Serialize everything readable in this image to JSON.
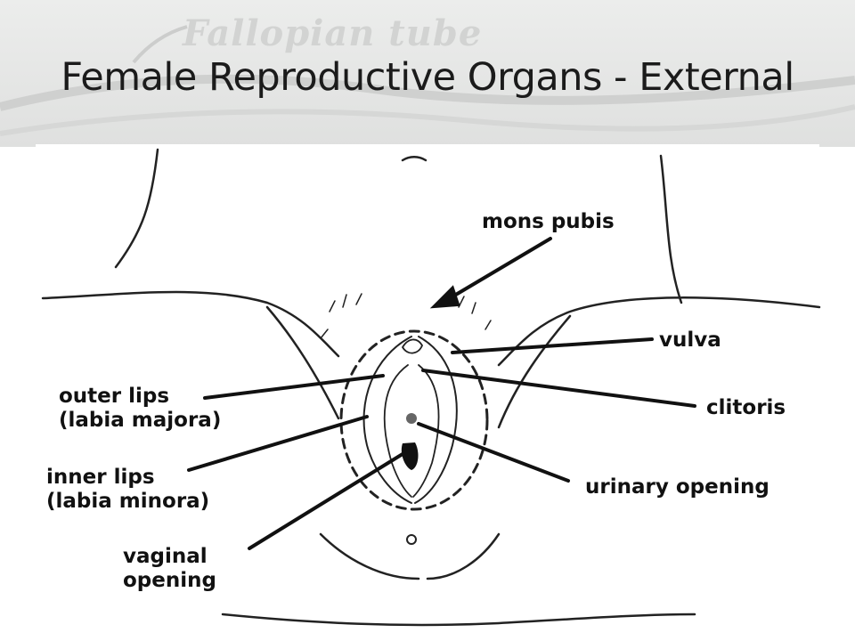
{
  "watermark": "Fallopian tube",
  "title": "Female Reproductive Organs - External",
  "labels": {
    "mons_pubis": "mons pubis",
    "vulva": "vulva",
    "clitoris": "clitoris",
    "outer_lips": [
      "outer lips",
      "(labia majora)"
    ],
    "inner_lips": [
      "inner lips",
      "(labia minora)"
    ],
    "vaginal_opening": [
      "vaginal",
      "opening"
    ],
    "urinary_opening": "urinary opening"
  }
}
